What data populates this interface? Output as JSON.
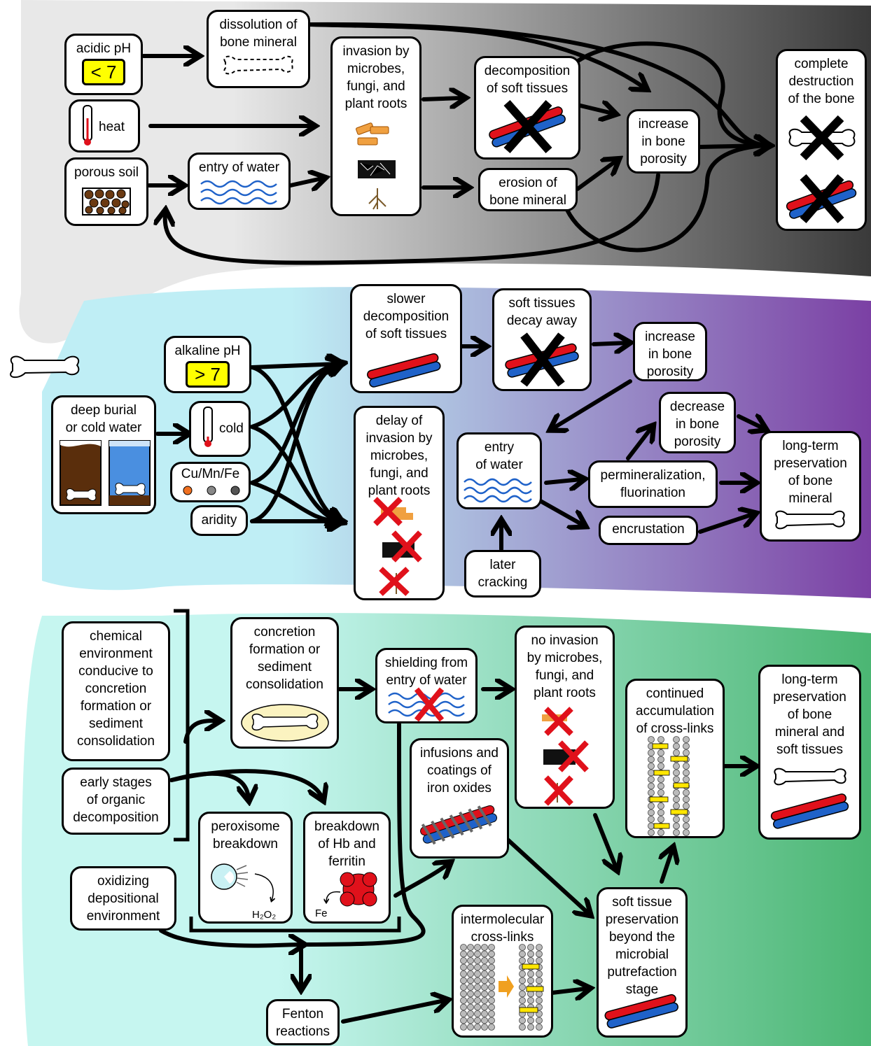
{
  "colors": {
    "gray_light": "#e6e6e6",
    "gray_dark": "#3c3c3c",
    "cyan": "#bfeff5",
    "purple": "#7a3fa0",
    "mint": "#c4f5ee",
    "green": "#4fb878",
    "yellow": "#ffff00",
    "red": "#e0111b",
    "blue": "#1f62c9"
  },
  "row1": {
    "acidic": {
      "label": "acidic pH",
      "badge": "< 7"
    },
    "heat": "heat",
    "porous_soil": "porous soil",
    "dissolution": "dissolution of\nbone mineral",
    "entry_water": "entry of water",
    "invasion": "invasion by\nmicrobes,\nfungi, and\nplant roots",
    "decomposition": "decomposition\nof soft tissues",
    "erosion": "erosion of\nbone mineral",
    "porosity": "increase\nin bone\nporosity",
    "destruction": "complete\ndestruction\nof the bone"
  },
  "row2": {
    "alkaline": {
      "label": "alkaline pH",
      "badge": "> 7"
    },
    "deep_burial": "deep burial\nor cold water",
    "cold": "cold",
    "metals": "Cu/Mn/Fe",
    "aridity": "aridity",
    "slower": "slower\ndecomposition\nof soft tissues",
    "decay": "soft tissues\ndecay away",
    "porosity": "increase\nin bone\nporosity",
    "delay": "delay of\ninvasion by\nmicrobes,\nfungi, and\nplant roots",
    "entry_water": "entry\nof water",
    "later_cracking": "later\ncracking",
    "decrease": "decrease\nin bone\nporosity",
    "permin": "permineralization,\nfluorination",
    "encrustation": "encrustation",
    "preservation": "long-term\npreservation\nof bone\nmineral"
  },
  "row3": {
    "chemical": "chemical\nenvironment\nconducive to\nconcretion\nformation or\nsediment\nconsolidation",
    "early": "early stages\nof organic\ndecomposition",
    "oxidizing": "oxidizing\ndepositional\nenvironment",
    "concretion": "concretion\nformation or\nsediment\nconsolidation",
    "shielding": "shielding from\nentry of water",
    "no_invasion": "no invasion\nby microbes,\nfungi, and\nplant roots",
    "infusions": "infusions and\ncoatings of\niron oxides",
    "peroxisome": "peroxisome\nbreakdown",
    "h2o2": "H₂O₂",
    "hb": "breakdown\nof Hb and\nferritin",
    "fe": "Fe",
    "fenton": "Fenton\nreactions",
    "intermolecular": "intermolecular\ncross-links",
    "continued": "continued\naccumulation\nof cross-links",
    "soft_pres": "soft tissue\npreservation\nbeyond the\nmicrobial\nputrefaction\nstage",
    "long_term": "long-term\npreservation\nof bone\nmineral and\nsoft tissues"
  }
}
